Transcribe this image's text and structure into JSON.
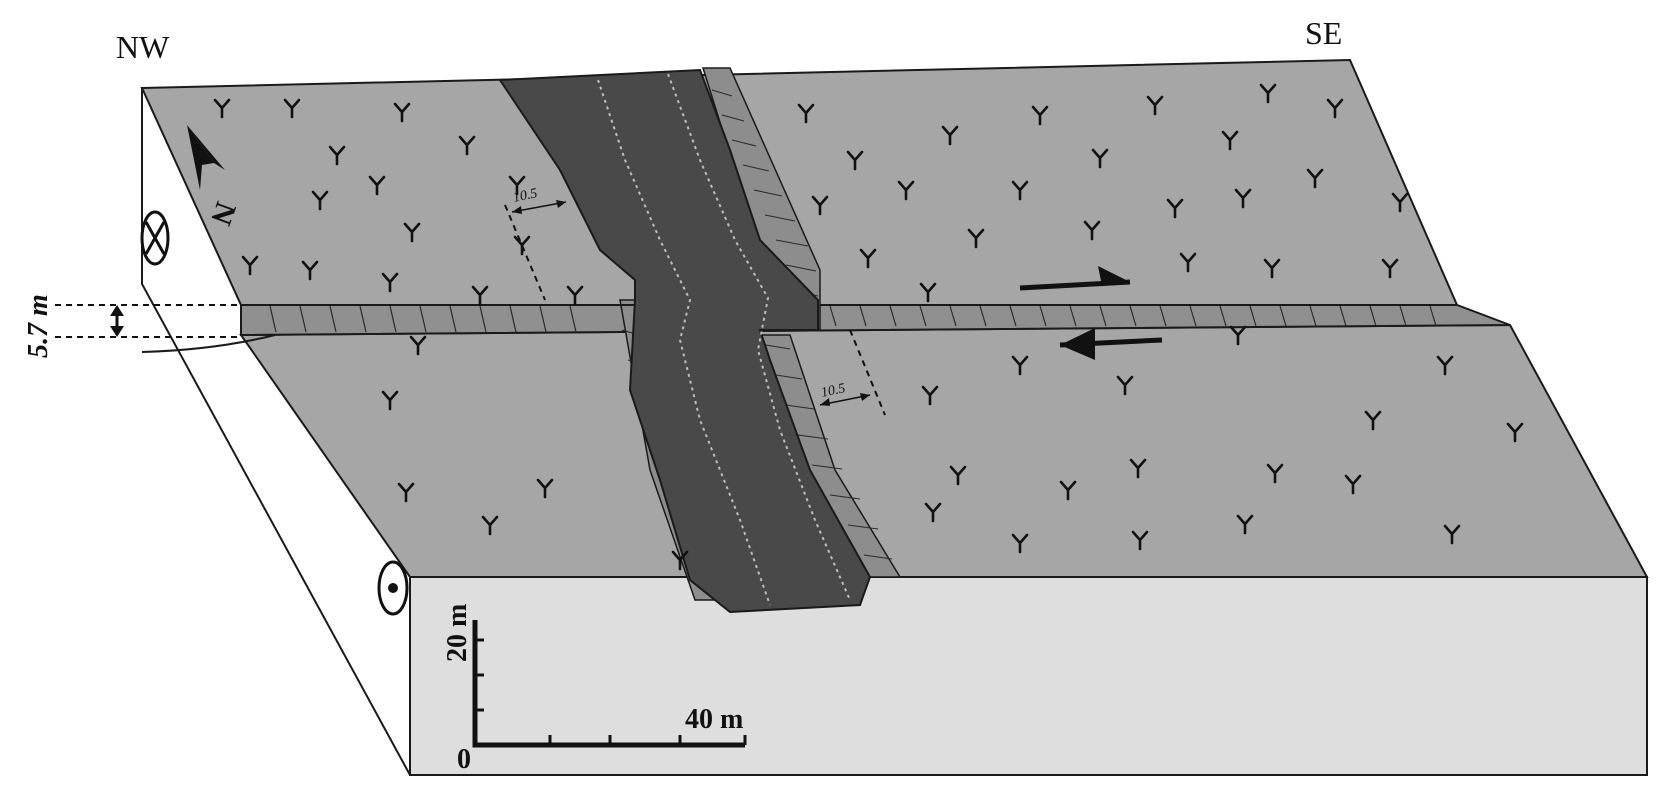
{
  "orientation": {
    "left": "NW",
    "right": "SE"
  },
  "north_arrow": {
    "label": "N"
  },
  "throw": {
    "label": "5.7 m"
  },
  "offsets": {
    "upper": "10.5",
    "lower": "10.5"
  },
  "scale": {
    "vertical_label": "20 m",
    "horizontal_label": "40 m",
    "origin_label": "0"
  },
  "symbols": [
    "into-page-cross-icon",
    "out-of-page-dot-icon",
    "sinistral-shear-arrows-icon",
    "grass-symbol-icon"
  ],
  "colors": {
    "surface": "#a6a6a6",
    "dike": "#4a4949",
    "block_side": "#dedede",
    "fault_face": "#909090",
    "outline": "#1a1a1a"
  }
}
